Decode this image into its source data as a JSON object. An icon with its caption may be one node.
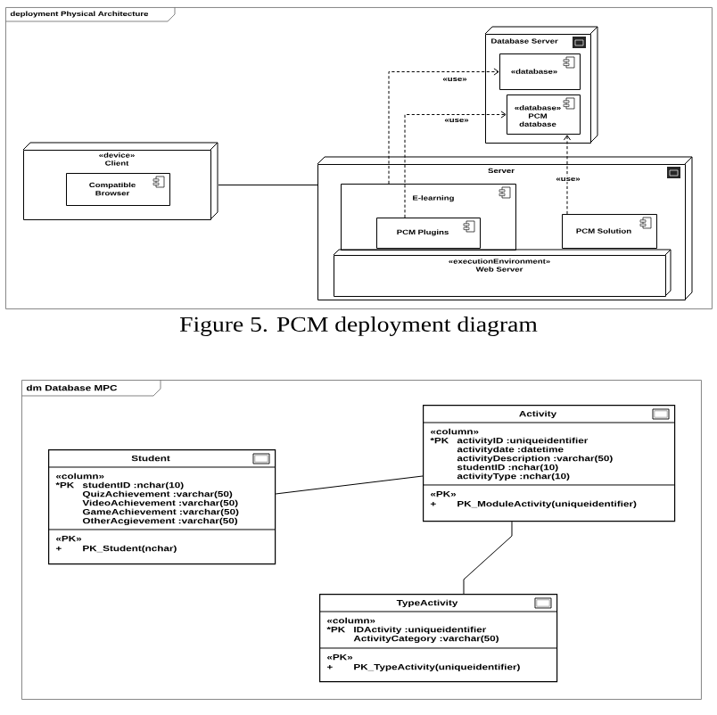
{
  "diagram": {
    "caption": "Figure 5. PCM deployment diagram",
    "nodes": [
      {
        "text": [
          "deployment Physical Architecture"
        ]
      },
      {
        "text": [
          "Database Server"
        ],
        "in": 0
      },
      {
        "text": [
          "«database»"
        ],
        "in": 1
      },
      {
        "text": [
          "«database»",
          "PCM database"
        ],
        "in": 1
      },
      {
        "text": [
          "«device»",
          "Client"
        ],
        "in": 0
      },
      {
        "text": [
          "Compatible Browser"
        ],
        "in": 4
      },
      {
        "text": [
          "Server"
        ],
        "in": 0
      },
      {
        "text": [
          "E-learning"
        ],
        "in": 6
      },
      {
        "text": [
          "PCM Plugins"
        ],
        "in": 7
      },
      {
        "text": [
          "PCM Solution"
        ],
        "in": 6
      },
      {
        "text": [
          "«executionEnvironment»",
          "Web Server"
        ],
        "in": 6
      },
      {
        "text": [
          "dm Database MPC"
        ]
      },
      {
        "text": [
          "Student",
          "«column»",
          "*PK",
          "studentID :nchar(10)",
          "QuizAchievement :varchar(50)",
          "VideoAchievement :varchar(50)",
          "GameAchievement :varchar(50)",
          "OtherAcgievement :varchar(50)",
          "«PK»",
          "+",
          "PK_Student(nchar)"
        ],
        "in": 11
      },
      {
        "text": [
          "Activity",
          "«column»",
          "*PK",
          "activityID :uniqueidentifier",
          "activitydate :datetime",
          "activityDescription :varchar(50)",
          "studentID :nchar(10)",
          "activityType :nchar(10)",
          "«PK»",
          "+",
          "PK_ModuleActivity(uniqueidentifier)"
        ],
        "in": 11
      },
      {
        "text": [
          "TypeActivity",
          "«column»",
          "*PK",
          "IDActivity :uniqueidentifier",
          "ActivityCategory :varchar(50)",
          "«PK»",
          "+",
          "PK_TypeActivity(uniqueidentifier)"
        ],
        "in": 11
      }
    ],
    "edges": [
      {
        "from": 4,
        "to": 6,
        "arrow": "none"
      },
      {
        "from": 7,
        "to": 2,
        "arrow": "to",
        "style": "dashed",
        "label": "«use»"
      },
      {
        "from": 8,
        "to": 3,
        "arrow": "to",
        "style": "dashed",
        "label": "«use»"
      },
      {
        "from": 9,
        "to": 3,
        "arrow": "to",
        "style": "dashed",
        "label": "«use»"
      },
      {
        "from": 12,
        "to": 13,
        "arrow": "none"
      },
      {
        "from": 13,
        "to": 14,
        "arrow": "none"
      }
    ]
  }
}
